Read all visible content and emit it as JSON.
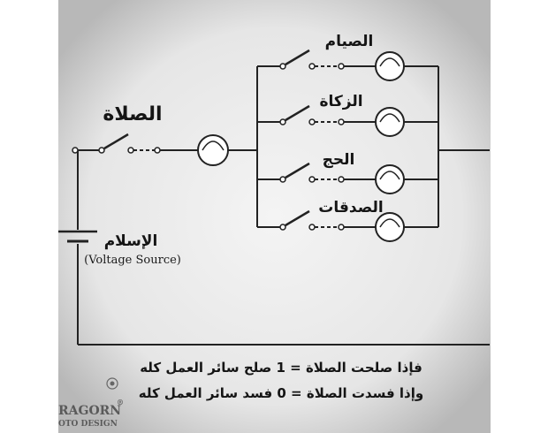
{
  "labels": {
    "main_switch": "الصلاة",
    "branch_1": "الصيام",
    "branch_2": "الزكاة",
    "branch_3": "الحج",
    "branch_4": "الصدقات",
    "source": "الإسلام",
    "source_note": "(Voltage Source)"
  },
  "equations": {
    "line_1": "فإذا صلحت الصلاة = 1 صلح سائر العمل كله",
    "line_2": "وإذا فسدت الصلاة = 0 فسد سائر العمل كله"
  },
  "watermark": {
    "top": "RAGORN",
    "bottom": "OTO DESIGN",
    "trademark": "®"
  },
  "colors": {
    "panel_center": "#f2f2f2",
    "panel_edge": "#bdbdbd",
    "wire": "#222222",
    "background": "#ffffff"
  }
}
